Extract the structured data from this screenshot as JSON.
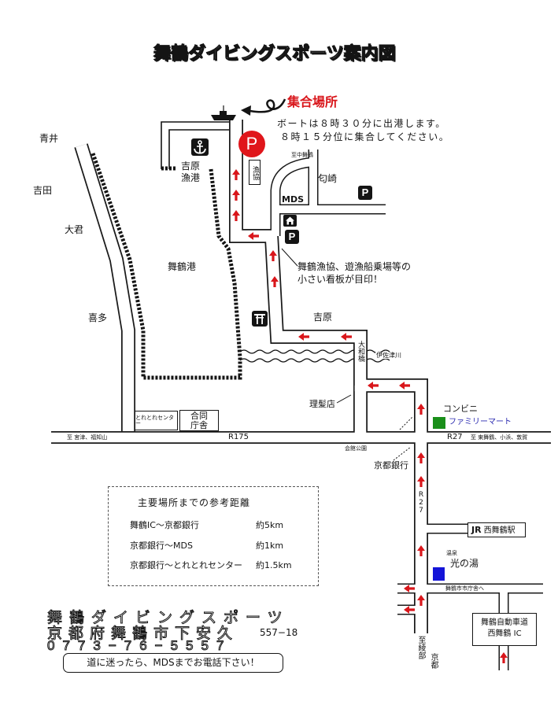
{
  "title": "舞鶴ダイビングスポーツ案内図",
  "meeting": {
    "label": "集合場所",
    "notes": [
      "ボートは８時３０分に出港します。",
      "８時１５分位に集合してください。"
    ],
    "parking_letter": "P"
  },
  "places": {
    "aoi": "青井",
    "yoshida": "吉田",
    "okimi": "大君",
    "kita": "喜多",
    "maizuru_port": "舞鶴港",
    "yoshihara_port": [
      "吉原",
      "漁港"
    ],
    "to_naka_maizuru": "至中舞鶴",
    "nioizaki": "匂崎",
    "mds": "MDS",
    "gyokyo": "漁協",
    "yoshihara": "吉原",
    "yamato_bridge": "大和橋",
    "isazu_river": "伊佐津川",
    "barber": "理髪店",
    "konbini": "コンビニ",
    "familymart": "ファミリーマート",
    "toretore_center": "とれとれセンター",
    "godo_chosha": [
      "合同",
      "庁舎"
    ],
    "kaikan_koen": "会館公園",
    "kyoto_bank": "京都銀行",
    "jr": "JR",
    "nishi_maizuru_station": "西舞鶴駅",
    "onsen": "温泉",
    "hikari_no_yu": "光の湯",
    "city_hall": "舞鶴市市庁舎へ",
    "expressway": "舞鶴自動車道",
    "ic": "西舞鶴 IC",
    "to_ayabe_kyoto": {
      "to": "至",
      "ayabe": "綾部",
      "kyoto": "京都"
    }
  },
  "parking_letter": "P",
  "roads": {
    "r175": "R175",
    "r175_dest": "至 宮津、福知山",
    "r27": "R27",
    "r27_dest": "至 東舞鶴、小浜、敦賀",
    "r27_vertical": "R27"
  },
  "signboard_note": [
    "舞鶴漁協、遊漁船乗場等の",
    "小さい看板が目印！"
  ],
  "distances": {
    "title": "主要場所までの参考距離",
    "rows": [
      {
        "route": "舞鶴IC〜京都銀行",
        "distance": "約5km"
      },
      {
        "route": "京都銀行〜MDS",
        "distance": "約1km"
      },
      {
        "route": "京都銀行〜とれとれセンター",
        "distance": "約1.5km"
      }
    ]
  },
  "footer": {
    "company": "舞鶴ダイビングスポーツ",
    "address": "京都府舞鶴市下安久",
    "address_number": "557−18",
    "phone": "0773−76−5557",
    "help_note": "道に迷ったら、MDSまでお電話下さい！"
  },
  "colors": {
    "route_arrow": "#d9161b",
    "meeting_point": "#e0161b",
    "familymart": "#1a8f1a",
    "familymart_text": "#2a2ab0",
    "onsen": "#1414d8"
  },
  "icons": [
    "anchor-icon",
    "parking-icon",
    "house-icon",
    "torii-icon",
    "boat-icon",
    "route-arrow-icon"
  ]
}
